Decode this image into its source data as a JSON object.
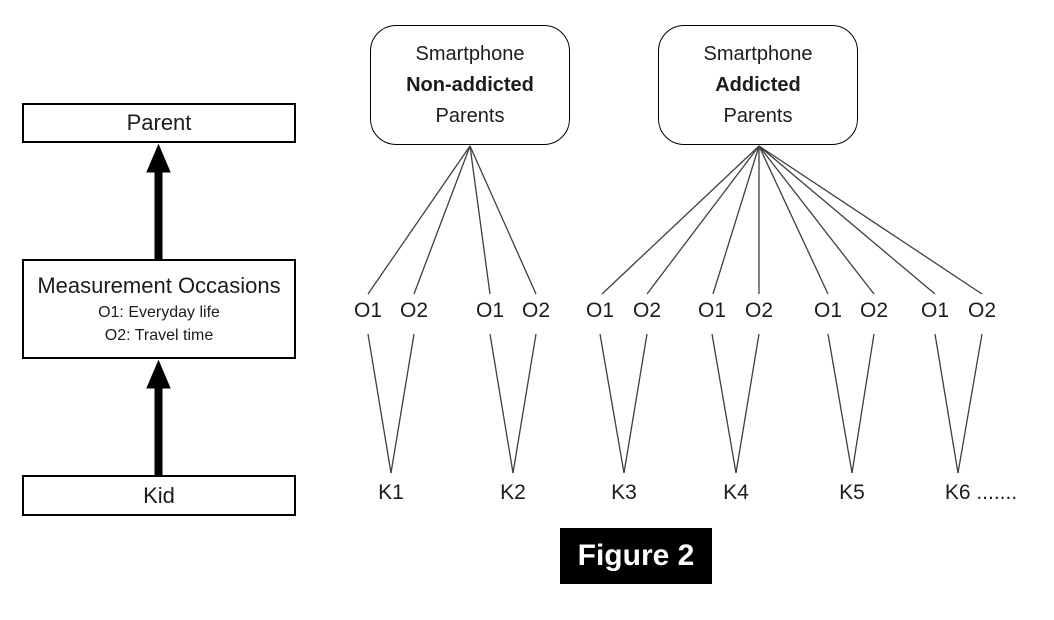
{
  "figure": {
    "caption": "Figure 2"
  },
  "left_flow": {
    "parent_label": "Parent",
    "measurement_title": "Measurement Occasions",
    "measurement_sub1": "O1: Everyday life",
    "measurement_sub2": "O2: Travel time",
    "kid_label": "Kid"
  },
  "groups": {
    "non_addicted": {
      "line1": "Smartphone",
      "line2": "Non-addicted",
      "line3": "Parents"
    },
    "addicted": {
      "line1": "Smartphone",
      "line2": "Addicted",
      "line3": "Parents"
    }
  },
  "occasion_labels": [
    "O1",
    "O2",
    "O1",
    "O2",
    "O1",
    "O2",
    "O1",
    "O2",
    "O1",
    "O2",
    "O1",
    "O2"
  ],
  "kid_labels": [
    "K1",
    "K2",
    "K3",
    "K4",
    "K5",
    "K6 ......."
  ],
  "colors": {
    "line": "#3f3f3f",
    "border": "#000000",
    "arrow": "#000000",
    "caption_bg": "#000000",
    "caption_fg": "#ffffff",
    "background": "#ffffff"
  }
}
